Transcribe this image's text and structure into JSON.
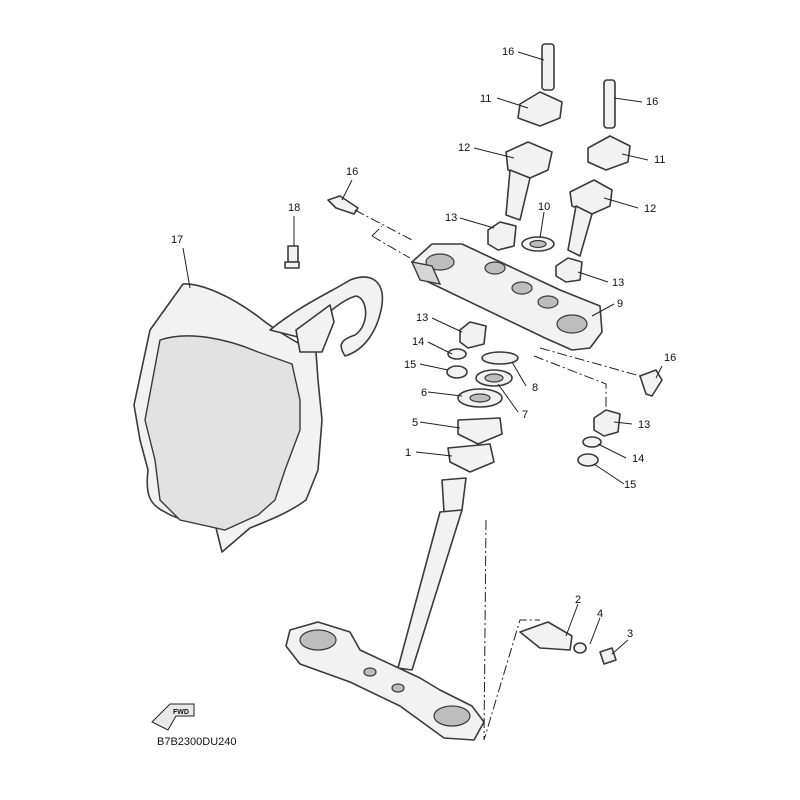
{
  "diagram": {
    "code": "B7B2300DU240",
    "fwd_label": "FWD",
    "callouts": {
      "c16a": "16",
      "c11a": "11",
      "c12a": "12",
      "c16b": "16",
      "c11b": "11",
      "c12b": "12",
      "c16c": "16",
      "c18": "18",
      "c17": "17",
      "c13a": "13",
      "c10": "10",
      "c13b": "13",
      "c9": "9",
      "c13c": "13",
      "c14a": "14",
      "c15a": "15",
      "c8": "8",
      "c6": "6",
      "c7": "7",
      "c5": "5",
      "c1": "1",
      "c16d": "16",
      "c13d": "13",
      "c14b": "14",
      "c15b": "15",
      "c2": "2",
      "c4": "4",
      "c3": "3"
    }
  }
}
